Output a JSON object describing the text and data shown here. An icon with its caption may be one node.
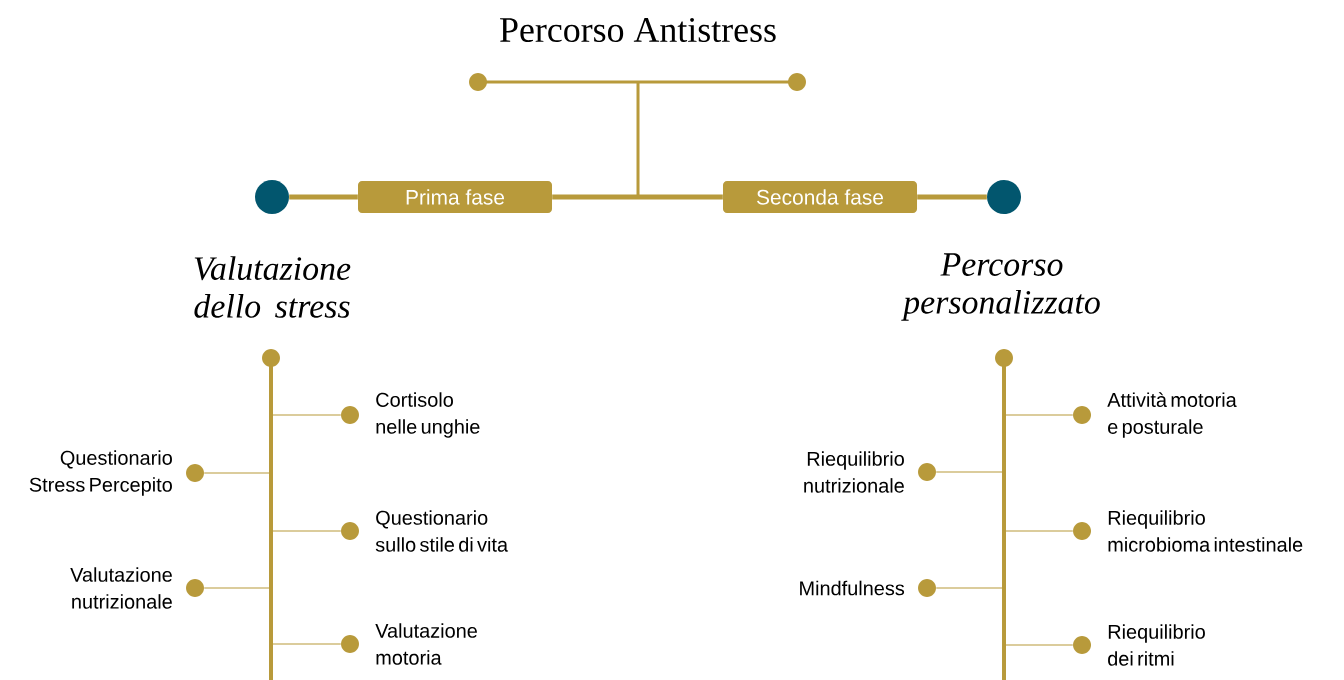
{
  "diagram": {
    "title": "Percorso Antistress",
    "nodes": [
      {
        "text": [],
        "shape": "circle"
      },
      {
        "text": [
          "Prima fase"
        ]
      },
      {
        "text": [
          "Seconda fase"
        ]
      },
      {
        "text": [],
        "shape": "circle"
      },
      {
        "text": [],
        "shape": "circle"
      },
      {
        "text": [
          "Cortisolo nelle unghie"
        ]
      },
      {
        "text": [
          "Questionario Stress Percepito"
        ]
      },
      {
        "text": [
          "Questionario sullo stile di vita"
        ]
      },
      {
        "text": [
          "Valutazione nutrizionale"
        ]
      },
      {
        "text": [
          "Valutazione motoria"
        ]
      },
      {
        "text": [],
        "shape": "circle"
      },
      {
        "text": [
          "Attività motoria e posturale"
        ]
      },
      {
        "text": [
          "Riequilibrio nutrizionale"
        ]
      },
      {
        "text": [
          "Riequilibrio microbioma intestinale"
        ]
      },
      {
        "text": [
          "Mindfulness"
        ]
      },
      {
        "text": [
          "Riequilibrio dei ritmi"
        ]
      }
    ],
    "edges": [
      {
        "from": 0,
        "to": 1,
        "arrow": "none",
        "style": "thick"
      },
      {
        "from": 1,
        "to": 2,
        "arrow": "none",
        "style": "thick"
      },
      {
        "from": 2,
        "to": 3,
        "arrow": "none",
        "style": "thick"
      },
      {
        "from": 4,
        "to": 5,
        "arrow": "none"
      },
      {
        "from": 4,
        "to": 6,
        "arrow": "none"
      },
      {
        "from": 4,
        "to": 7,
        "arrow": "none"
      },
      {
        "from": 4,
        "to": 8,
        "arrow": "none"
      },
      {
        "from": 4,
        "to": 9,
        "arrow": "none"
      },
      {
        "from": 10,
        "to": 11,
        "arrow": "none"
      },
      {
        "from": 10,
        "to": 12,
        "arrow": "none"
      },
      {
        "from": 10,
        "to": 13,
        "arrow": "none"
      },
      {
        "from": 10,
        "to": 14,
        "arrow": "none"
      },
      {
        "from": 10,
        "to": 15,
        "arrow": "none"
      }
    ],
    "labels": [
      "Valutazione dello stress",
      "Percorso personalizzato"
    ]
  }
}
